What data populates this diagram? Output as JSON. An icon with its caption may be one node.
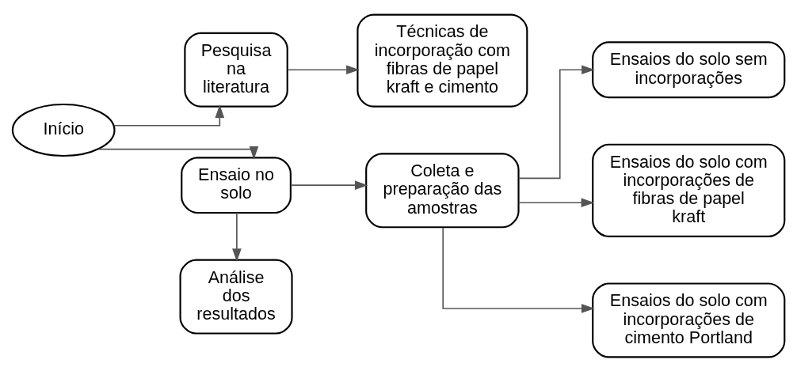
{
  "diagram": {
    "nodes": [
      {
        "text": [
          "Início"
        ]
      },
      {
        "text": [
          "Pesquisa na literatura"
        ]
      },
      {
        "text": [
          "Técnicas de incorporação com fibras de papel kraft e cimento"
        ]
      },
      {
        "text": [
          "Ensaio no solo"
        ]
      },
      {
        "text": [
          "Coleta e preparação das amostras"
        ]
      },
      {
        "text": [
          "Análise dos resultados"
        ]
      },
      {
        "text": [
          "Ensaios do solo sem incorporações"
        ]
      },
      {
        "text": [
          "Ensaios do solo com incorporações de fibras de papel kraft"
        ]
      },
      {
        "text": [
          "Ensaios do solo com incorporações de cimento Portland"
        ]
      }
    ],
    "edges": [
      {
        "from": 0,
        "to": 1,
        "arrow": "to"
      },
      {
        "from": 1,
        "to": 2,
        "arrow": "to"
      },
      {
        "from": 0,
        "to": 3,
        "arrow": "to"
      },
      {
        "from": 3,
        "to": 4,
        "arrow": "to"
      },
      {
        "from": 3,
        "to": 5,
        "arrow": "to"
      },
      {
        "from": 4,
        "to": 6,
        "arrow": "to"
      },
      {
        "from": 4,
        "to": 7,
        "arrow": "to"
      },
      {
        "from": 4,
        "to": 8,
        "arrow": "to"
      }
    ]
  }
}
